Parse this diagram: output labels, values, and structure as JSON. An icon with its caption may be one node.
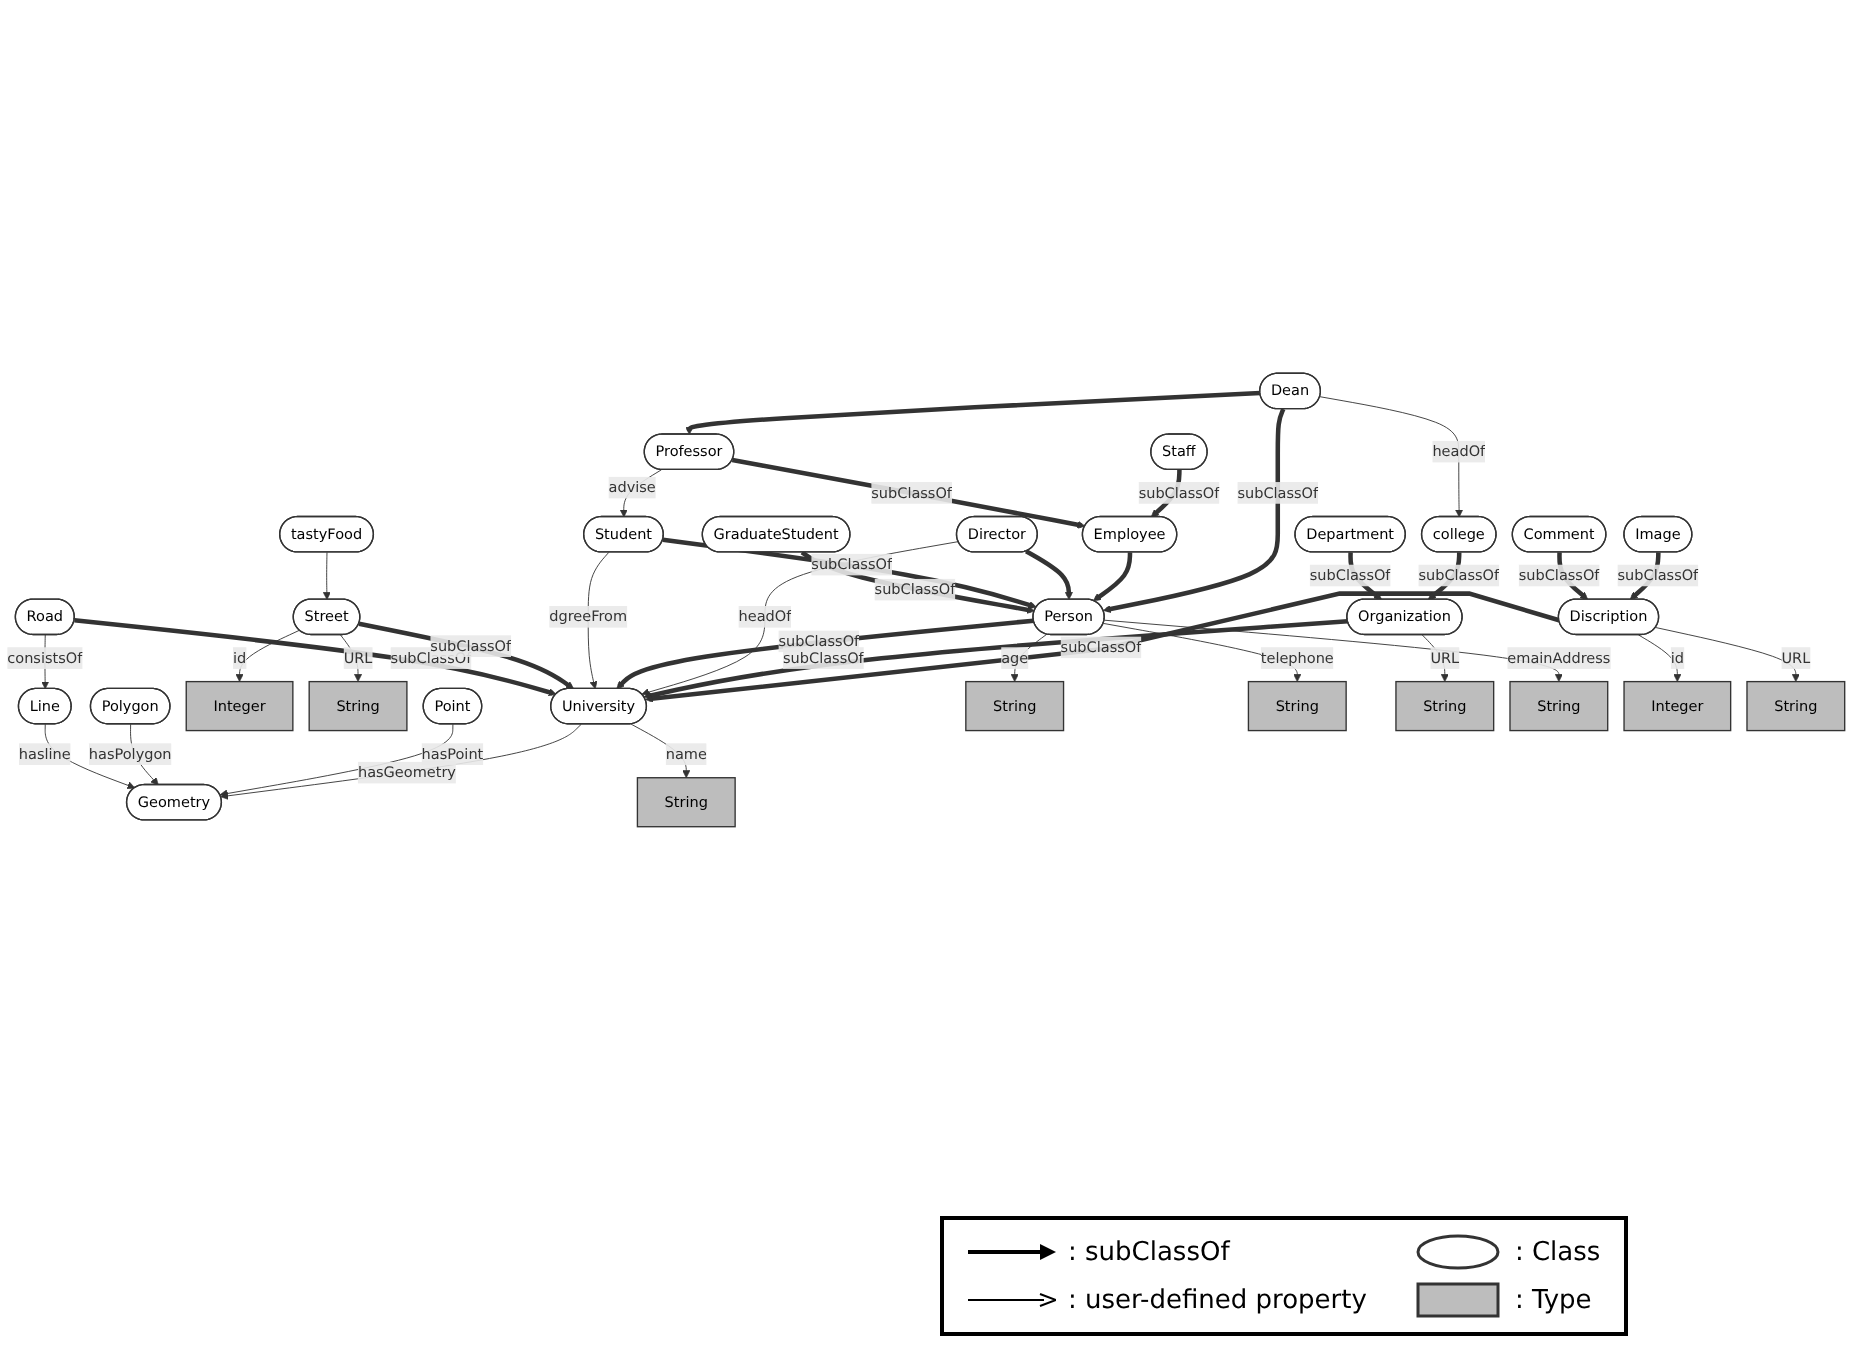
{
  "diagram": {
    "nodes": [
      {
        "text": [
          "Line"
        ]
      },
      {
        "text": [
          "Polygon"
        ]
      },
      {
        "text": [
          "Geometry"
        ]
      },
      {
        "text": [
          "Road"
        ]
      },
      {
        "text": [
          "Integer"
        ]
      },
      {
        "text": [
          "String"
        ]
      },
      {
        "text": [
          "Point"
        ]
      },
      {
        "text": [
          "Street"
        ]
      },
      {
        "text": [
          "tastyFood"
        ]
      },
      {
        "text": [
          "University"
        ]
      },
      {
        "text": [
          "Student"
        ]
      },
      {
        "text": [
          "String"
        ]
      },
      {
        "text": [
          "String"
        ]
      },
      {
        "text": [
          "GraduateStudent"
        ]
      },
      {
        "text": [
          "Director"
        ]
      },
      {
        "text": [
          "Person"
        ]
      },
      {
        "text": [
          "Comment"
        ]
      },
      {
        "text": [
          "Organization"
        ]
      },
      {
        "text": [
          "String"
        ]
      },
      {
        "text": [
          "String"
        ]
      },
      {
        "text": [
          "String"
        ]
      },
      {
        "text": [
          "Employee"
        ]
      },
      {
        "text": [
          "Department"
        ]
      },
      {
        "text": [
          "Dean"
        ]
      },
      {
        "text": [
          "Professor"
        ]
      },
      {
        "text": [
          "Staff"
        ]
      },
      {
        "text": [
          "college"
        ]
      },
      {
        "text": [
          "Discription"
        ]
      },
      {
        "text": [
          "Integer"
        ]
      },
      {
        "text": [
          "String"
        ]
      },
      {
        "text": [
          "Image"
        ]
      }
    ],
    "edges": [
      {
        "from": 0,
        "to": 2,
        "arrow": "to",
        "label": "hasline"
      },
      {
        "from": 1,
        "to": 2,
        "arrow": "to",
        "label": "hasPolygon"
      },
      {
        "from": 6,
        "to": 2,
        "arrow": "to",
        "label": "hasPoint"
      },
      {
        "from": 3,
        "to": 0,
        "arrow": "to",
        "label": "consistsOf"
      },
      {
        "from": 9,
        "to": 2,
        "arrow": "to",
        "label": "hasGeometry"
      },
      {
        "from": 3,
        "to": 9,
        "arrow": "to",
        "label": "subClassOf",
        "style": "thick"
      },
      {
        "from": 7,
        "to": 4,
        "arrow": "to",
        "label": "id"
      },
      {
        "from": 7,
        "to": 5,
        "arrow": "to",
        "label": "URL"
      },
      {
        "from": 8,
        "to": 7,
        "arrow": "to"
      },
      {
        "from": 7,
        "to": 9,
        "arrow": "to",
        "label": "subClassOf",
        "style": "thick"
      },
      {
        "from": 10,
        "to": 9,
        "arrow": "to",
        "label": "dgreeFrom"
      },
      {
        "from": 15,
        "to": 9,
        "arrow": "to",
        "label": "subClassOf",
        "style": "thick"
      },
      {
        "from": 9,
        "to": 11,
        "arrow": "to",
        "label": "name"
      },
      {
        "from": 14,
        "to": 9,
        "arrow": "to",
        "label": "headOf"
      },
      {
        "from": 17,
        "to": 9,
        "arrow": "to",
        "label": "subClassOf",
        "style": "thick"
      },
      {
        "from": 27,
        "to": 9,
        "arrow": "to",
        "label": "subClassOf",
        "style": "thick"
      },
      {
        "from": 15,
        "to": 12,
        "arrow": "to",
        "label": "age"
      },
      {
        "from": 13,
        "to": 15,
        "arrow": "to",
        "label": "subClassOf",
        "style": "thick"
      },
      {
        "from": 10,
        "to": 15,
        "arrow": "to",
        "label": "subClassOf",
        "style": "thick"
      },
      {
        "from": 14,
        "to": 15,
        "arrow": "to",
        "style": "thick"
      },
      {
        "from": 15,
        "to": 18,
        "arrow": "to",
        "label": "telephone"
      },
      {
        "from": 15,
        "to": 20,
        "arrow": "to",
        "label": "emainAddress"
      },
      {
        "from": 21,
        "to": 15,
        "arrow": "to",
        "style": "thick"
      },
      {
        "from": 23,
        "to": 15,
        "arrow": "to",
        "label": "subClassOf",
        "style": "thick"
      },
      {
        "from": 24,
        "to": 10,
        "arrow": "to",
        "label": "advise"
      },
      {
        "from": 24,
        "to": 21,
        "arrow": "to",
        "label": "subClassOf",
        "style": "thick"
      },
      {
        "from": 25,
        "to": 21,
        "arrow": "to",
        "label": "subClassOf",
        "style": "thick"
      },
      {
        "from": 23,
        "to": 24,
        "arrow": "to",
        "style": "thick"
      },
      {
        "from": 23,
        "to": 26,
        "arrow": "to",
        "label": "headOf"
      },
      {
        "from": 17,
        "to": 19,
        "arrow": "to",
        "label": "URL"
      },
      {
        "from": 22,
        "to": 17,
        "arrow": "to",
        "label": "subClassOf",
        "style": "thick"
      },
      {
        "from": 26,
        "to": 17,
        "arrow": "to",
        "label": "subClassOf",
        "style": "thick"
      },
      {
        "from": 16,
        "to": 27,
        "arrow": "to",
        "label": "subClassOf",
        "style": "thick"
      },
      {
        "from": 30,
        "to": 27,
        "arrow": "to",
        "label": "subClassOf",
        "style": "thick"
      },
      {
        "from": 27,
        "to": 28,
        "arrow": "to",
        "label": "id"
      },
      {
        "from": 27,
        "to": 29,
        "arrow": "to",
        "label": "URL"
      }
    ],
    "legend": [
      {
        "text": ": subClassOf"
      },
      {
        "text": ": user-defined property"
      },
      {
        "text": ": Class"
      },
      {
        "text": ": Type"
      }
    ]
  }
}
